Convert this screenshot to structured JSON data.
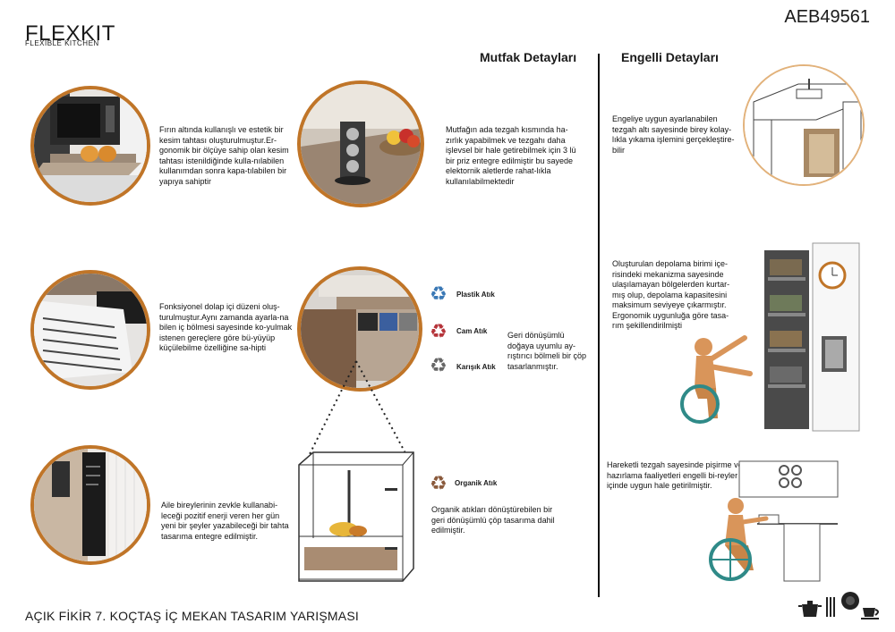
{
  "header": {
    "logo_title": "FLEXKIT",
    "logo_subtitle": "FLEXIBLE KITCHEN",
    "code": "AEB49561"
  },
  "sections": {
    "kitchen_title": "Mutfak Detayları",
    "accessible_title": "Engelli Detayları"
  },
  "kitchen": {
    "oven_text": "Fırın altında kullanışlı ve estetik bir kesim tahtası oluşturulmuştur.Er-gonomik bir ölçüye sahip olan kesim tahtası istenildiğinde kulla-nılabilen kullanımdan sonra kapa-tılabilen bir yapıya sahiptir",
    "socket_text": "Mutfağın ada tezgah kısmında ha-zırlık yapabilmek ve tezgahı daha işlevsel bir hale getirebilmek için 3 lü bir priz entegre edilmiştir bu sayede elektornik aletlerde rahat-lıkla kullanılabilmektedir",
    "drawer_text": "Fonksiyonel dolap içi düzeni oluş-turulmuştur.Aynı zamanda ayarla-na bilen iç bölmesi sayesinde ko-yulmak istenen gereçlere göre bü-yüyüp küçülebilme özelliğine sa-hipti",
    "bins_text": "Geri dönüşümlü doğaya uyumlu ay-rıştırıcı bölmeli bir çöp tasarlanmıştır.",
    "chalk_text": "Aile bireylerinin zevkle kullanabi-leceği pozitif enerji veren her gün yeni bir şeyler yazabileceği bir tahta tasarıma entegre edilmiştir.",
    "organic_text": "Organik atıkları dönüştürebilen bir geri dönüşümlü çöp tasarıma dahil edilmiştir."
  },
  "recycling": [
    {
      "label": "Plastik Atık",
      "color": "#3a78b5"
    },
    {
      "label": "Cam Atık",
      "color": "#b5343a"
    },
    {
      "label": "Karışık Atık",
      "color": "#666666"
    },
    {
      "label": "Organik Atık",
      "color": "#8a5a3c"
    }
  ],
  "accessible": {
    "sink_text": "Engeliye uygun ayarlanabilen tezgah altı sayesinde birey kolay-lıkla yıkama işlemini gerçekleştire-bilir",
    "storage_text": "Oluşturulan depolama birimi içe-risindeki mekanizma sayesinde ulaşılamayan bölgelerden kurtar-mış olup, depolama kapasitesini maksimum seviyeye çıkarmıştır. Ergonomik uygunluğa göre tasa-rım şekillendirilmişti",
    "counter_text": "Hareketli tezgah sayesinde pişirme ve hazırlama faaliyetleri engelli bi-reyler içinde uygun hale getirilmiştir."
  },
  "footer": {
    "title": "AÇIK FİKİR 7. KOÇTAŞ İÇ MEKAN TASARIM YARIŞMASI"
  },
  "colors": {
    "accent": "#c07528",
    "skin": "#d9955a",
    "wheel": "#2f8a88"
  }
}
